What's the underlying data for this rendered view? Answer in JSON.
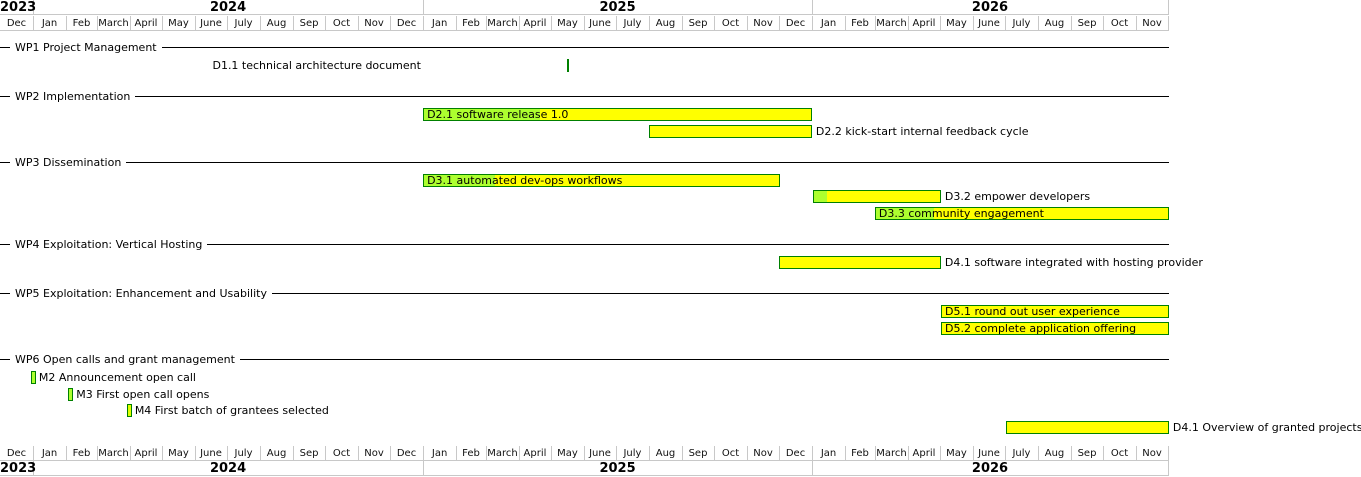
{
  "chart_data": {
    "type": "gantt",
    "start": "2023-12-01",
    "end": "2026-12-01",
    "colors": {
      "bar": "#ffff00",
      "progress": "#adff2f",
      "border": "#008000",
      "milestone_line": "#008000"
    },
    "years": [
      {
        "label": "2023",
        "from": "2023-12-01",
        "to": "2024-01-01"
      },
      {
        "label": "2024",
        "from": "2024-01-01",
        "to": "2025-01-01"
      },
      {
        "label": "2025",
        "from": "2025-01-01",
        "to": "2026-01-01"
      },
      {
        "label": "2026",
        "from": "2026-01-01",
        "to": "2026-12-01"
      }
    ],
    "months": [
      "Dec",
      "Jan",
      "Feb",
      "March",
      "April",
      "May",
      "June",
      "July",
      "Aug",
      "Sep",
      "Oct",
      "Nov",
      "Dec",
      "Jan",
      "Feb",
      "March",
      "April",
      "May",
      "June",
      "July",
      "Aug",
      "Sep",
      "Oct",
      "Nov",
      "Dec",
      "Jan",
      "Feb",
      "March",
      "April",
      "May",
      "June",
      "July",
      "Aug",
      "Sep",
      "Oct",
      "Nov"
    ],
    "rows": [
      {
        "type": "separator",
        "label": "WP1 Project Management"
      },
      {
        "type": "milestone-line",
        "label": "D1.1 technical architecture document",
        "date": "2025-05-16"
      },
      {
        "type": "separator",
        "label": "WP2 Implementation"
      },
      {
        "type": "task",
        "label": "D2.1 software release 1.0",
        "start": "2025-01-01",
        "end": "2025-12-30",
        "progress": 30,
        "label_position": "inside"
      },
      {
        "type": "task",
        "label": "D2.2 kick-start internal feedback cycle",
        "start": "2025-08-01",
        "end": "2025-12-30",
        "progress": 0,
        "label_position": "right"
      },
      {
        "type": "separator",
        "label": "WP3 Dissemination"
      },
      {
        "type": "task",
        "label": "D3.1 automated dev-ops workflows",
        "start": "2025-01-01",
        "end": "2025-11-30",
        "progress": 20,
        "label_position": "inside"
      },
      {
        "type": "task",
        "label": "D3.2 empower developers",
        "start": "2026-01-02",
        "end": "2026-04-30",
        "progress": 10,
        "label_position": "right"
      },
      {
        "type": "task",
        "label": "D3.3 community engagement",
        "start": "2026-03-01",
        "end": "2026-11-30",
        "progress": 20,
        "label_position": "inside"
      },
      {
        "type": "separator",
        "label": "WP4 Exploitation: Vertical Hosting"
      },
      {
        "type": "task",
        "label": "D4.1 software integrated with hosting provider",
        "start": "2025-12-01",
        "end": "2026-04-30",
        "progress": 0,
        "label_position": "right"
      },
      {
        "type": "separator",
        "label": "WP5 Exploitation: Enhancement and Usability"
      },
      {
        "type": "task",
        "label": "D5.1 round out user experience",
        "start": "2026-05-02",
        "end": "2026-11-30",
        "progress": 0,
        "label_position": "inside"
      },
      {
        "type": "task",
        "label": "D5.2 complete application offering",
        "start": "2026-05-02",
        "end": "2026-11-30",
        "progress": 0,
        "label_position": "inside"
      },
      {
        "type": "separator",
        "label": "WP6 Open calls and grant management"
      },
      {
        "type": "milestone",
        "label": "M2 Announcement open call",
        "date": "2023-12-30",
        "fill": "#adff2f"
      },
      {
        "type": "milestone",
        "label": "M3 First open call opens",
        "date": "2024-02-03",
        "fill": "#adff2f"
      },
      {
        "type": "milestone",
        "label": "M4 First batch of grantees selected",
        "date": "2024-03-29",
        "fill": "#dfff00"
      },
      {
        "type": "task",
        "label": "D4.1 Overview of granted projects",
        "start": "2026-07-02",
        "end": "2026-11-30",
        "progress": 0,
        "label_position": "right"
      }
    ]
  }
}
